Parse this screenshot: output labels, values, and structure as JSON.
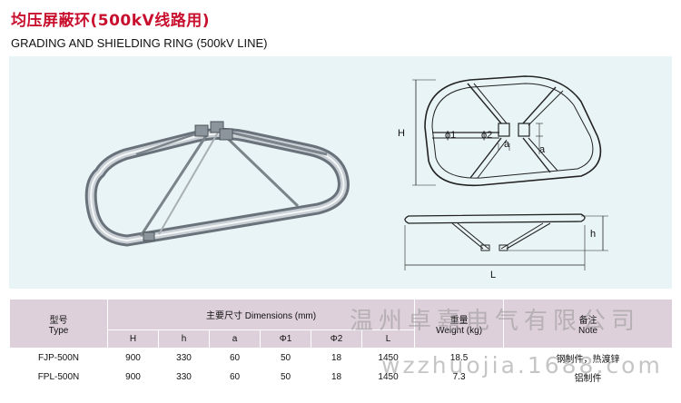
{
  "header": {
    "title_cn": "均压屏蔽环(500kV线路用)",
    "title_en": "GRADING AND SHIELDING RING (500kV LINE)"
  },
  "drawing": {
    "labels": {
      "H": "H",
      "phi1": "ϕ1",
      "phi2": "ϕ2",
      "a_horizontal": "a",
      "a_vertical": "a",
      "h": "h",
      "L": "L"
    }
  },
  "table": {
    "type_header_cn": "型号",
    "type_header_en": "Type",
    "dimensions_header": "主要尺寸 Dimensions (mm)",
    "weight_header_cn": "重量",
    "weight_header_en": "Weight (kg)",
    "note_header_cn": "备注",
    "note_header_en": "Note",
    "sub_headers": [
      "H",
      "h",
      "a",
      "Φ1",
      "Φ2",
      "L"
    ],
    "rows": [
      {
        "type": "FJP-500N",
        "H": "900",
        "h": "330",
        "a": "60",
        "phi1": "50",
        "phi2": "18",
        "L": "1450",
        "weight": "18.5",
        "note": "钢制件，热渡锌"
      },
      {
        "type": "FPL-500N",
        "H": "900",
        "h": "330",
        "a": "60",
        "phi1": "50",
        "phi2": "18",
        "L": "1450",
        "weight": "7.3",
        "note": "铝制件"
      }
    ]
  },
  "watermark": {
    "line1": "温州卓嘉电气有限公司",
    "line2": "wzzhuojia.1688.com"
  }
}
